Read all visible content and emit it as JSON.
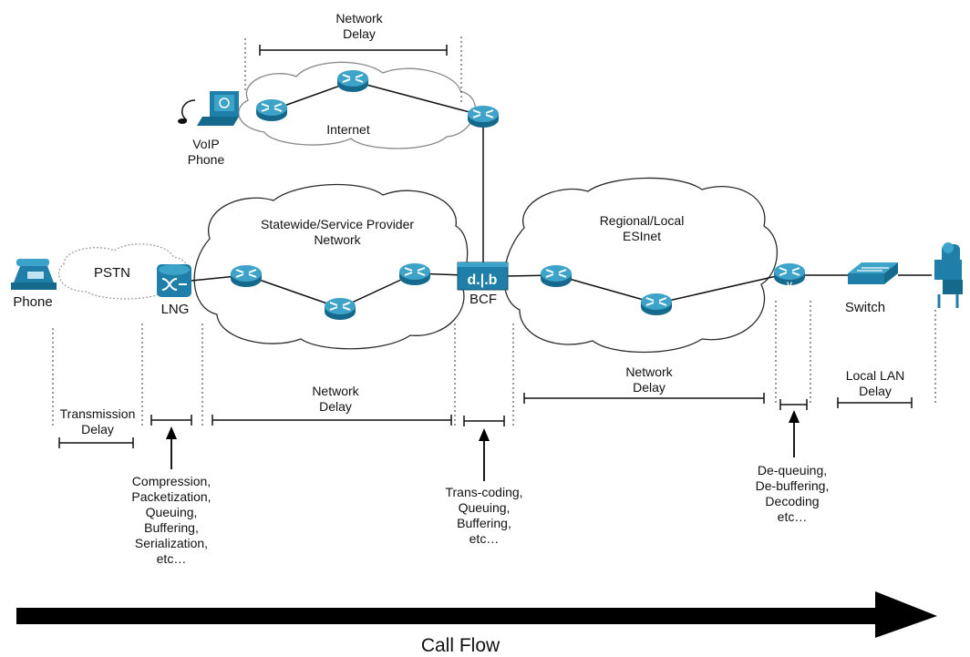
{
  "labels": {
    "network_delay_top": [
      "Network",
      "Delay"
    ],
    "internet": "Internet",
    "voip_phone": [
      "VoIP",
      "Phone"
    ],
    "statewide_network": [
      "Statewide/Service Provider",
      "Network"
    ],
    "regional_esinet": [
      "Regional/Local",
      "ESInet"
    ],
    "pstn": "PSTN",
    "phone": "Phone",
    "lng": "LNG",
    "bcf": "BCF",
    "switch": "Switch",
    "transmission_delay": [
      "Transmission",
      "Delay"
    ],
    "network_delay_left": [
      "Network",
      "Delay"
    ],
    "network_delay_right": [
      "Network",
      "Delay"
    ],
    "local_lan_delay": [
      "Local LAN",
      "Delay"
    ],
    "lng_processing": [
      "Compression,",
      "Packetization,",
      "Queuing,",
      "Buffering,",
      "Serialization,",
      "etc…"
    ],
    "bcf_processing": [
      "Trans-coding,",
      "Queuing,",
      "Buffering,",
      "etc…"
    ],
    "endpoint_processing": [
      "De-queuing,",
      "De-buffering,",
      "Decoding",
      "etc…"
    ],
    "call_flow": "Call Flow",
    "bcf_icon_text": "d.|.b",
    "edge_router_mark": "V"
  },
  "colors": {
    "device_blue": "#1f7fa8",
    "device_light": "#3ea3c8",
    "cloud_stroke": "#2a2a2a",
    "arrow": "#000000"
  },
  "icons": [
    "router-icon",
    "phone-icon",
    "voip-laptop-icon",
    "bcf-firewall-icon",
    "switch-icon",
    "call-taker-icon"
  ]
}
